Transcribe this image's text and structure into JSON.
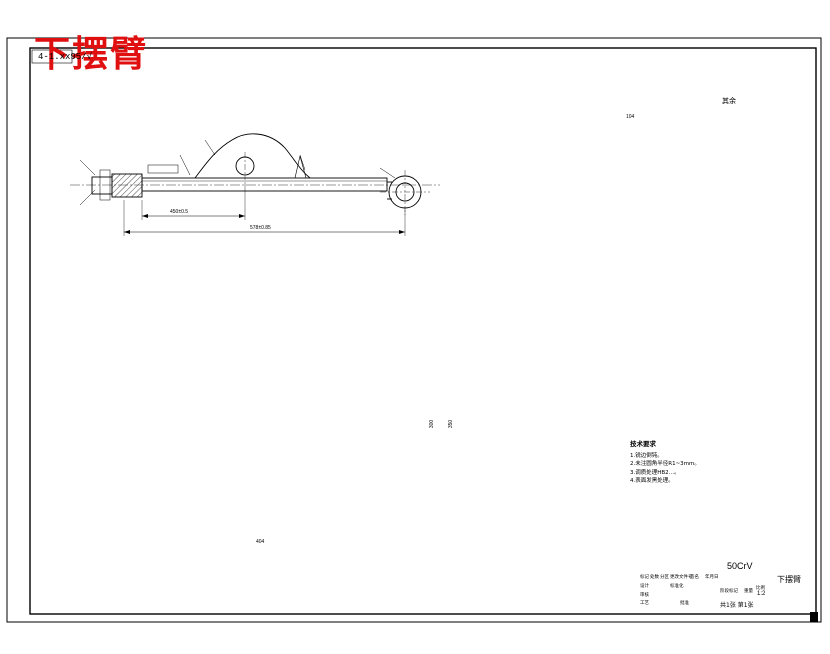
{
  "drawing": {
    "overlay_title": "下摆臂",
    "corner_tag": "4-1.xx95/√",
    "roughness_note": "其余",
    "material": "50CrV",
    "part_name": "下摆臂",
    "scale_value": "1:2",
    "sheet_info": "共1张 第1张",
    "notes_title": "技术要求",
    "notes": [
      "1.锐边倒钝。",
      "2.未注圆角半径R1~3mm。",
      "3.调质处理HB2…。",
      "4.表面发黑处理。"
    ],
    "dimensions": {
      "overall_length": "578±0.85",
      "sub_length": "450±0.5",
      "top_width": "104",
      "plan_width": "404",
      "plan_height_inner": "300",
      "plan_height_outer": "350"
    },
    "title_block_labels": [
      "标记",
      "处数",
      "分区",
      "更改文件号",
      "签名",
      "年月日",
      "设计",
      "标准化",
      "阶段标记",
      "重量",
      "比例",
      "审核",
      "工艺",
      "批准"
    ]
  }
}
